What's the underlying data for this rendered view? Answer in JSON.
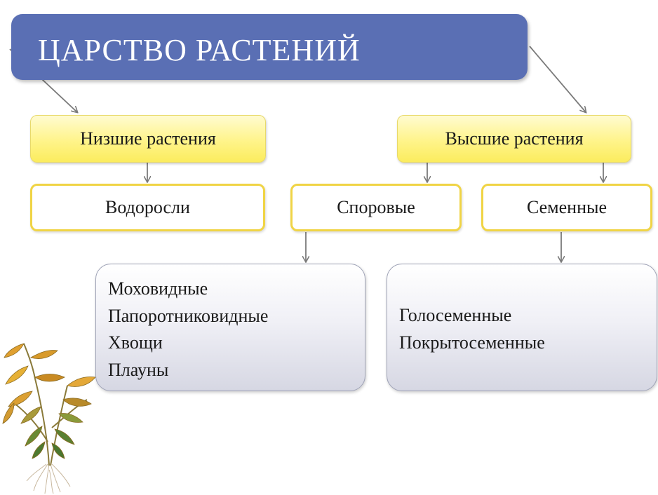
{
  "title": "ЦАРСТВО РАСТЕНИЙ",
  "groups": {
    "lower": {
      "label": "Низшие растения",
      "child": "Водоросли"
    },
    "higher": {
      "label": "Высшие растения",
      "children": [
        "Споровые",
        "Семенные"
      ]
    }
  },
  "spore_plants": [
    "Моховидные",
    "Папоротниковидные",
    "Хвощи",
    "Плауны"
  ],
  "seed_plants": [
    "Голосеменные",
    "Покрытосеменные"
  ],
  "colors": {
    "title_bar": "#5a6fb4",
    "yellow_fill": "#fff48a",
    "yellow_border": "#f0d445",
    "grey_fill": "#e4e5ee",
    "arrow": "#7a7a7a"
  }
}
